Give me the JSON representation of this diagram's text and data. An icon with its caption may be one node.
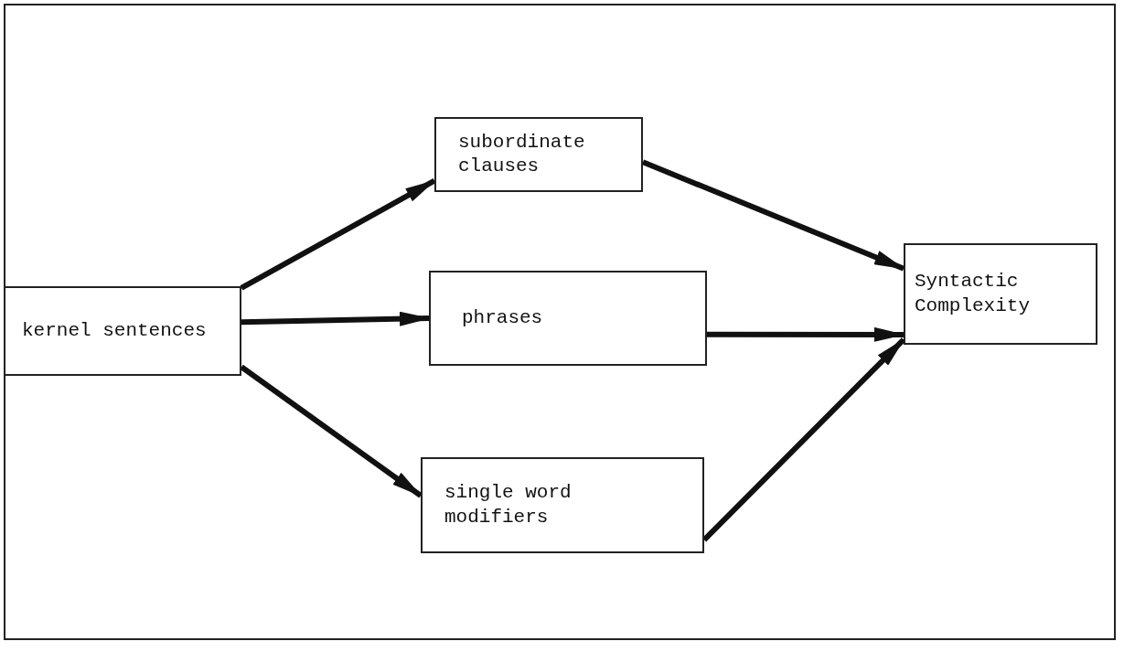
{
  "diagram": {
    "nodes": [
      {
        "text": [
          "kernel sentences"
        ]
      },
      {
        "text": [
          "subordinate clauses"
        ]
      },
      {
        "text": [
          "phrases"
        ]
      },
      {
        "text": [
          "single word modifiers"
        ]
      },
      {
        "text": [
          "Syntactic Complexity"
        ]
      }
    ],
    "edges": [
      {
        "from": 0,
        "to": 1,
        "arrow": "to"
      },
      {
        "from": 0,
        "to": 2,
        "arrow": "to"
      },
      {
        "from": 0,
        "to": 3,
        "arrow": "to"
      },
      {
        "from": 1,
        "to": 4,
        "arrow": "to"
      },
      {
        "from": 2,
        "to": 4,
        "arrow": "to"
      },
      {
        "from": 3,
        "to": 4,
        "arrow": "to"
      }
    ]
  }
}
